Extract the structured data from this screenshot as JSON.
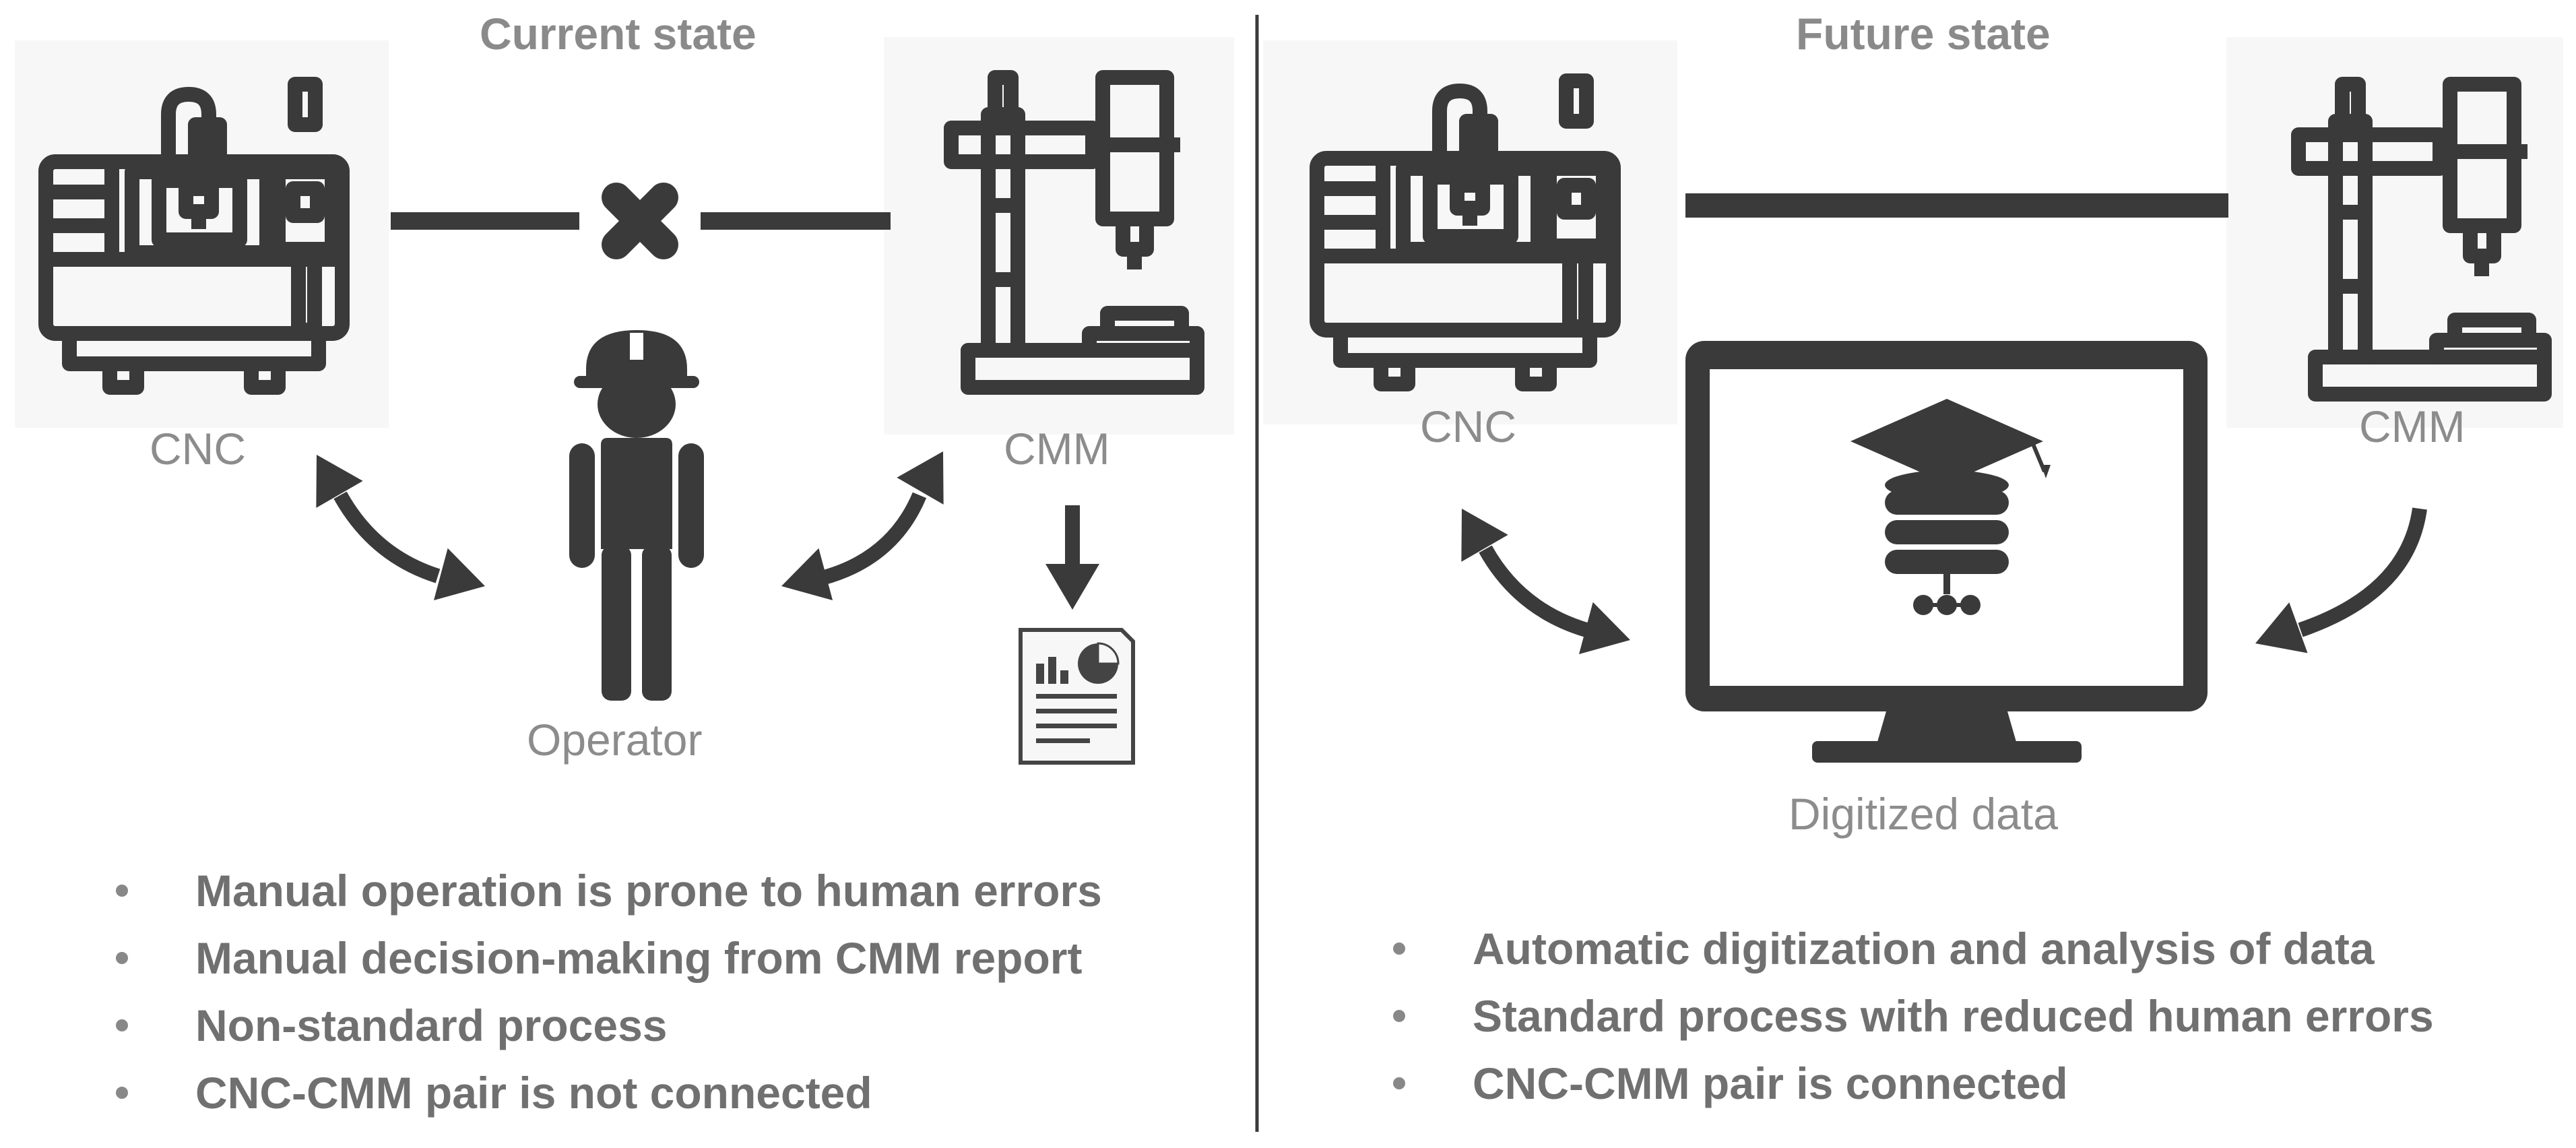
{
  "current": {
    "title": "Current state",
    "cnc_label": "CNC",
    "cmm_label": "CMM",
    "operator_label": "Operator",
    "bullets": [
      "Manual operation is prone to human errors",
      "Manual decision-making from CMM report",
      "Non-standard process",
      "CNC-CMM pair is not connected"
    ]
  },
  "future": {
    "title": "Future state",
    "cnc_label": "CNC",
    "cmm_label": "CMM",
    "data_label": "Digitized data",
    "bullets": [
      "Automatic digitization and analysis of data",
      "Standard process with reduced human errors",
      "CNC-CMM pair is connected"
    ]
  },
  "icons": {
    "cnc": "cnc-machine-icon",
    "cmm": "cmm-machine-icon",
    "operator": "operator-icon",
    "report": "report-document-icon",
    "computer": "computer-monitor-icon",
    "database": "database-graduation-cap-icon",
    "disconnected": "disconnected-x-icon"
  },
  "colors": {
    "icon": "#3a3a3a",
    "text": "#8c8c8c",
    "bullet_text": "#707070"
  }
}
